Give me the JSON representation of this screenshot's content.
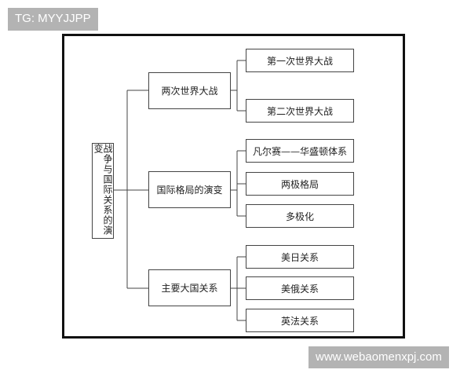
{
  "watermarks": {
    "top_left": "TG: MYYJJPP",
    "bottom_right": "www.webaomenxpj.com"
  },
  "diagram": {
    "root": "战争与国际关系的演变",
    "branches": [
      {
        "label": "两次世界大战",
        "children": [
          "第一次世界大战",
          "第二次世界大战"
        ]
      },
      {
        "label": "国际格局的演变",
        "children": [
          "凡尔赛——华盛顿体系",
          "两极格局",
          "多极化"
        ]
      },
      {
        "label": "主要大国关系",
        "children": [
          "美日关系",
          "美俄关系",
          "英法关系"
        ]
      }
    ]
  },
  "colors": {
    "line": "#444444",
    "frame": "#111111",
    "watermark_bg": "#b3b3b3",
    "watermark_text": "#ffffff"
  }
}
